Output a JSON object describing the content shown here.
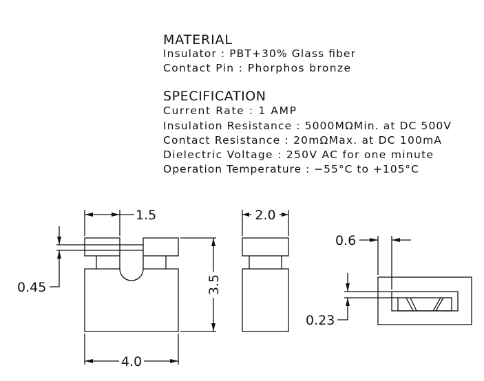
{
  "material": {
    "heading": "MATERIAL",
    "lines": [
      "Insulator : PBT+30% Glass fiber",
      "Contact Pin : Phorphos bronze"
    ]
  },
  "specification": {
    "heading": "SPECIFICATION",
    "lines": [
      "Current Rate : 1 AMP",
      "Insulation Resistance : 5000MΩMin. at DC 500V",
      "Contact Resistance : 20mΩMax. at DC 100mA",
      "Dielectric Voltage : 250V AC for one minute",
      "Operation Temperature : −55°C to +105°C"
    ]
  },
  "dimensions": {
    "front_pin_width": "1.5",
    "front_gap": "0.45",
    "front_height": "3.5",
    "front_width": "4.0",
    "side_width": "2.0",
    "top_offset": "0.6",
    "top_gap": "0.23"
  }
}
